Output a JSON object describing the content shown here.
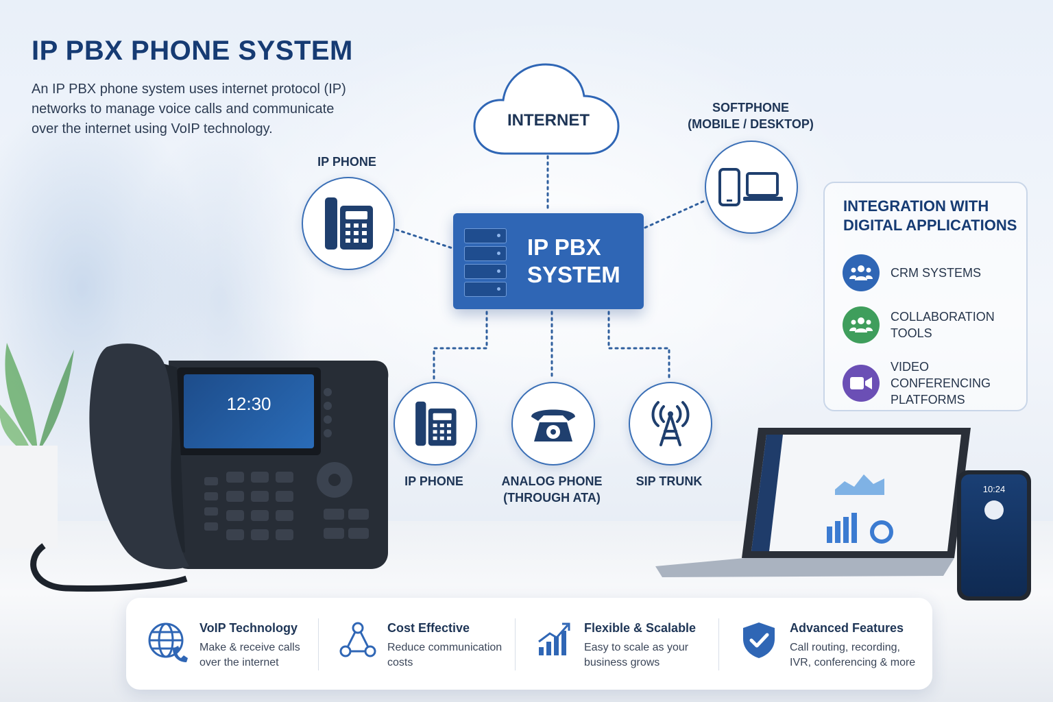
{
  "header": {
    "title": "IP PBX PHONE SYSTEM",
    "description": "An IP PBX phone system uses internet protocol (IP) networks to manage voice calls and communicate over the internet using VoIP technology."
  },
  "diagram": {
    "cloud_label": "INTERNET",
    "pbx_label_line1": "IP PBX",
    "pbx_label_line2": "SYSTEM",
    "top_left_label": "IP PHONE",
    "softphone_line1": "SOFTPHONE",
    "softphone_line2": "(MOBILE / DESKTOP)",
    "bottom": [
      {
        "line1": "IP PHONE",
        "line2": ""
      },
      {
        "line1": "ANALOG PHONE",
        "line2": "(THROUGH ATA)"
      },
      {
        "line1": "SIP TRUNK",
        "line2": ""
      }
    ]
  },
  "integration": {
    "title_line1": "INTEGRATION WITH",
    "title_line2": "DIGITAL APPLICATIONS",
    "items": [
      {
        "line1": "CRM SYSTEMS",
        "line2": "",
        "color": "#2f66b5"
      },
      {
        "line1": "COLLABORATION",
        "line2": "TOOLS",
        "color": "#3f9e5c"
      },
      {
        "line1": "VIDEO CONFERENCING",
        "line2": "PLATFORMS",
        "color": "#6b4fb5"
      }
    ]
  },
  "devices": {
    "desk_phone_clock": "12:30",
    "mobile_clock": "10:24"
  },
  "features": [
    {
      "title": "VoIP Technology",
      "desc_line1": "Make & receive calls",
      "desc_line2": "over the internet"
    },
    {
      "title": "Cost Effective",
      "desc_line1": "Reduce communication",
      "desc_line2": "costs"
    },
    {
      "title": "Flexible & Scalable",
      "desc_line1": "Easy to scale as your",
      "desc_line2": "business grows"
    },
    {
      "title": "Advanced Features",
      "desc_line1": "Call routing, recording,",
      "desc_line2": "IVR, conferencing & more"
    }
  ],
  "colors": {
    "primary": "#2f66b5",
    "navy": "#163b73",
    "text": "#1e3556"
  }
}
